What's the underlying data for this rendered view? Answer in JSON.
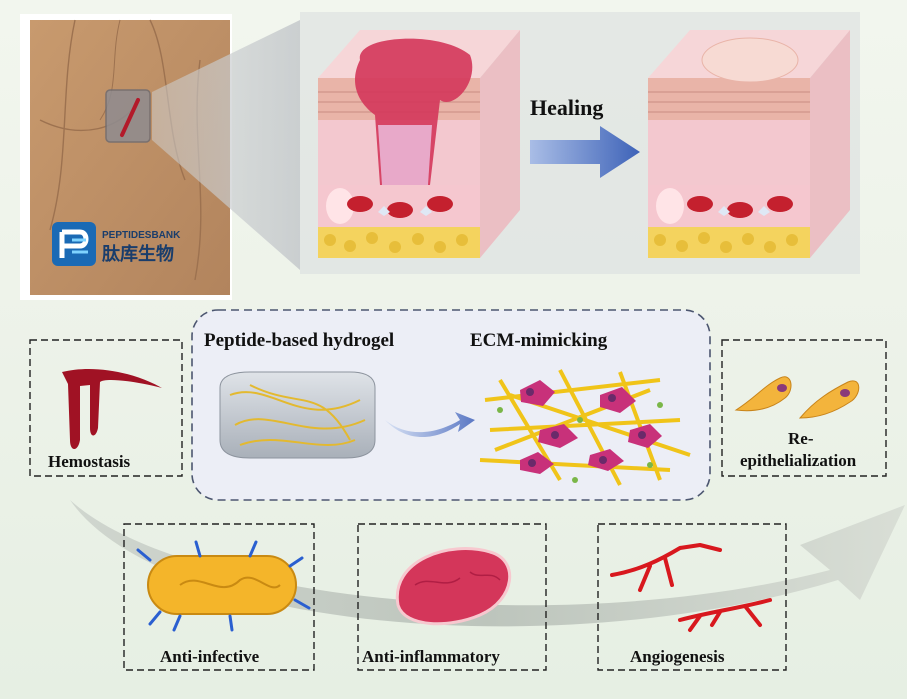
{
  "logo": {
    "brand_en": "PEPTIDESBANK",
    "brand_cn": "肽库生物"
  },
  "top": {
    "arrow_label": "Healing"
  },
  "center": {
    "hydrogel_label": "Peptide-based hydrogel",
    "ecm_label": "ECM-mimicking"
  },
  "functions": {
    "hemostasis": "Hemostasis",
    "reepi_line1": "Re-",
    "reepi_line2": "epithelialization",
    "anti_infective": "Anti-infective",
    "anti_inflammatory": "Anti-inflammatory",
    "angiogenesis": "Angiogenesis"
  },
  "colors": {
    "accent_red": "#c4202e",
    "fiber_yellow": "#f0c419",
    "arrow_blue": "#3e63b8"
  }
}
